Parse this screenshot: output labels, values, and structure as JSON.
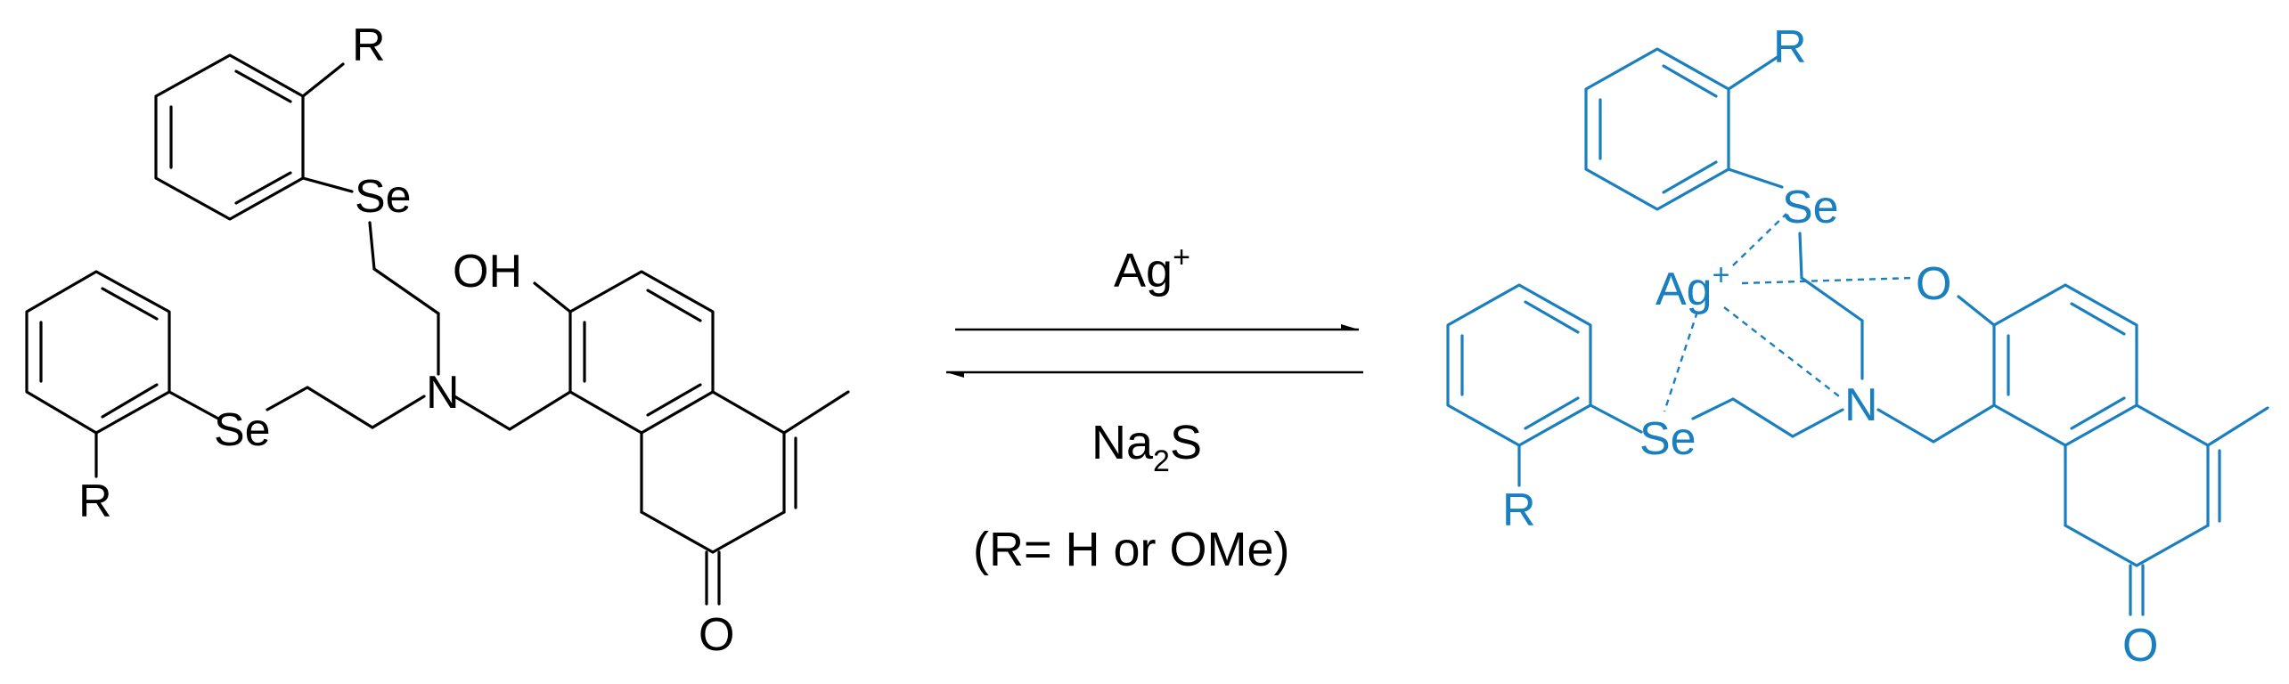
{
  "colors": {
    "reactant": "#000000",
    "product": "#1a7fbf"
  },
  "reactant": {
    "atoms": {
      "r_top": "R",
      "se_top": "Se",
      "oh": "OH",
      "n": "N",
      "se_left": "Se",
      "r_left": "R",
      "o_ketone": "O"
    }
  },
  "product": {
    "atoms": {
      "r_top": "R",
      "se_top": "Se",
      "ag": "Ag",
      "ag_charge": "+",
      "o_phenoxy": "O",
      "n": "N",
      "se_left": "Se",
      "r_left": "R",
      "o_ketone": "O"
    }
  },
  "conditions": {
    "forward_reagent": "Ag",
    "forward_charge": "+",
    "reverse_reagent_main": "Na",
    "reverse_reagent_sub": "2",
    "reverse_reagent_end": "S",
    "note": "(R= H or OMe)"
  }
}
